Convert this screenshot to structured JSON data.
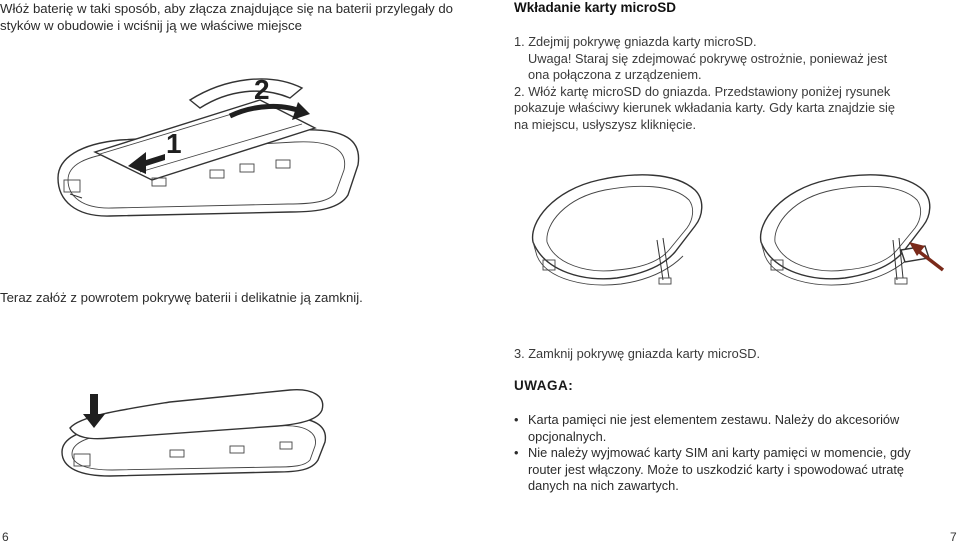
{
  "left_page": {
    "intro": "Włóż baterię w taki sposób, aby złącza znajdujące się na baterii przylegały do styków w obudowie i wciśnij ją we właściwe miejsce",
    "fig_label_1": "1",
    "fig_label_2": "2",
    "close_cover_text": "Teraz załóż z powrotem pokrywę baterii i delikatnie ją zamknij.",
    "page_number": "6"
  },
  "right_page": {
    "heading": "Wkładanie karty microSD",
    "steps": [
      "1. Zdejmij pokrywę gniazda karty microSD.",
      "Uwaga! Staraj się zdejmować pokrywę ostrożnie, ponieważ jest ona połączona z urządzeniem.",
      "2. Włóż kartę microSD do gniazda. Przedstawiony poniżej rysunek pokazuje właściwy kierunek wkładania karty. Gdy karta znajdzie się na miejscu, usłyszysz kliknięcie."
    ],
    "step3": "3. Zamknij pokrywę gniazda karty microSD.",
    "uwaga_label": "UWAGA:",
    "notes": [
      "Karta pamięci nie jest elementem  zestawu. Należy do akcesoriów opcjonalnych.",
      "Nie należy wyjmować karty SIM ani karty pamięci w momencie, gdy router jest włączony. Może to uszkodzić karty i spowodować utratę danych na nich zawartych."
    ],
    "page_number": "7"
  }
}
